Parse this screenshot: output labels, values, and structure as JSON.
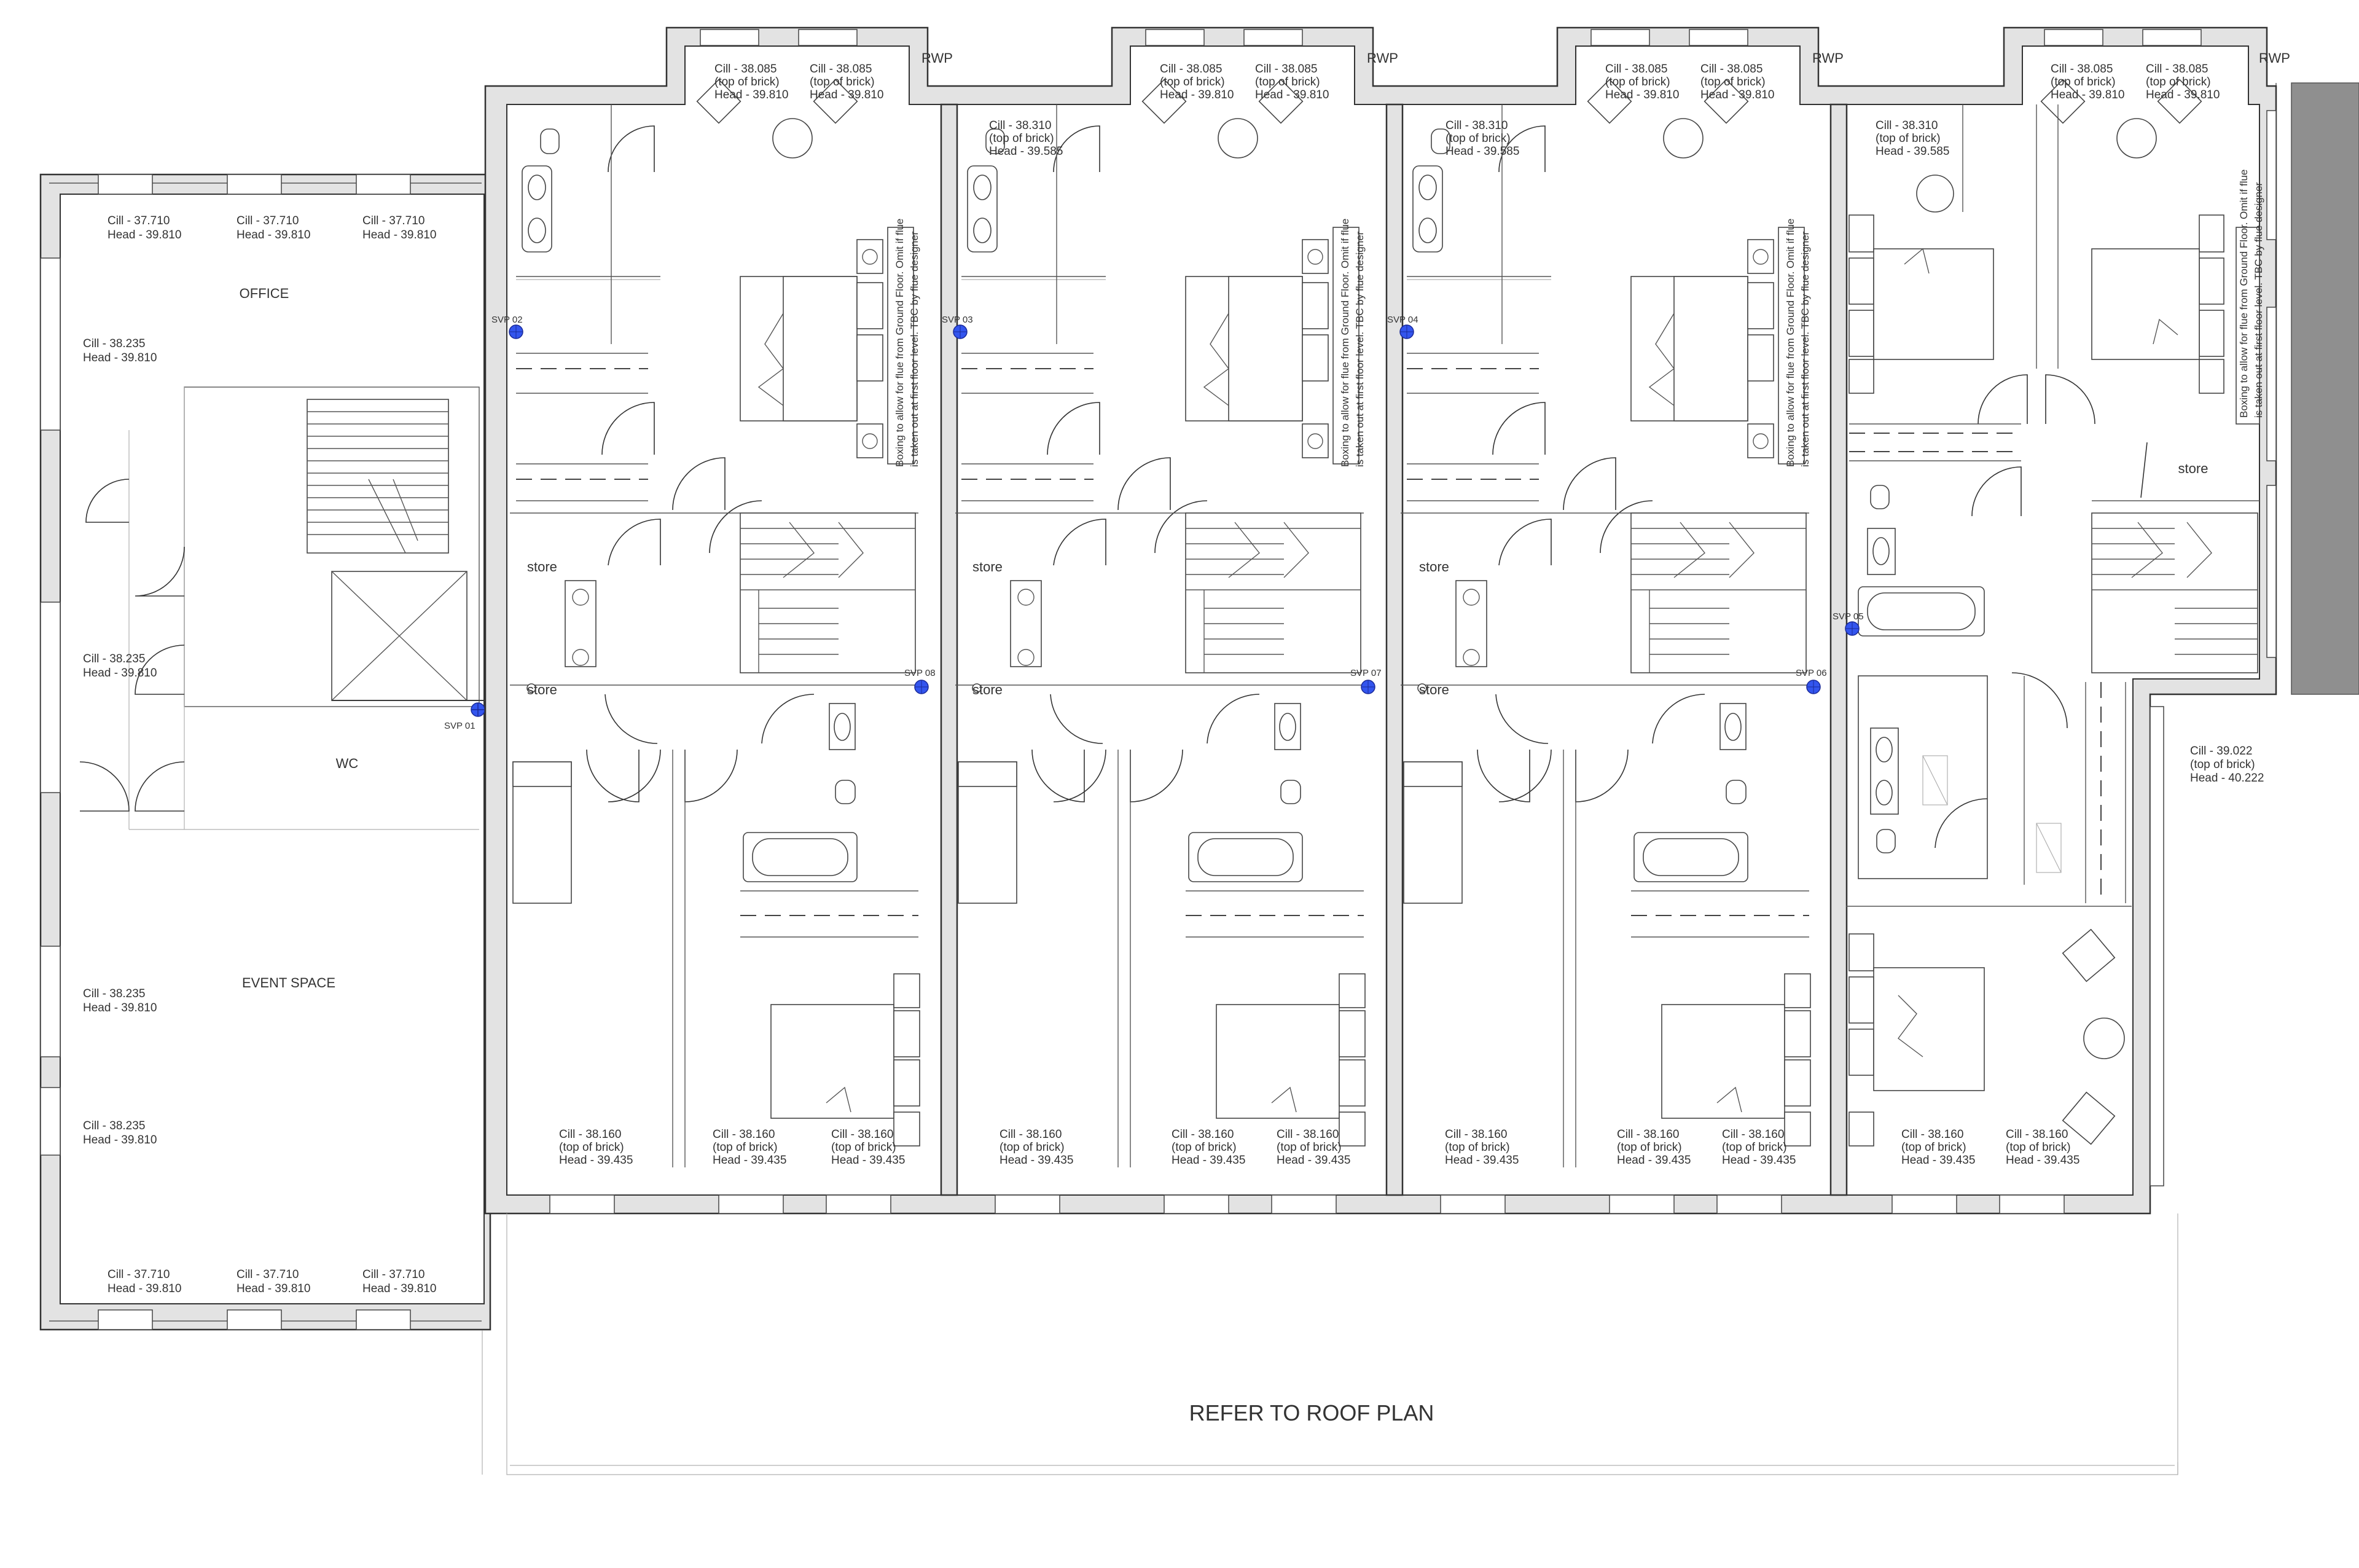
{
  "rooms": {
    "office": "OFFICE",
    "wc": "WC",
    "event_space": "EVENT SPACE",
    "store": "store"
  },
  "refer_note": "REFER TO ROOF PLAN",
  "rwp": "RWP",
  "svp": [
    "SVP 01",
    "SVP 02",
    "SVP 03",
    "SVP 04",
    "SVP 05",
    "SVP 06",
    "SVP 07",
    "SVP 08"
  ],
  "flue_note": [
    "Boxing to allow for flue from Ground Floor. Omit if flue",
    "is taken out at first floor level. TBC by flue designer"
  ],
  "labels": {
    "cill_37710": "Cill - 37.710",
    "cill_38235": "Cill - 38.235",
    "cill_38085": "Cill - 38.085",
    "cill_38310": "Cill - 38.310",
    "cill_38160": "Cill - 38.160",
    "cill_39022": "Cill - 39.022",
    "top_of_brick": "(top of brick)",
    "head_39810": "Head -  39.810",
    "head_39585": "Head -  39.585",
    "head_39435": "Head -  39.435",
    "head_40222": "Head -  40.222"
  },
  "colors": {
    "line": "#333333",
    "wall_hatch": "#e3e3e3",
    "svp_marker": "#3355ee",
    "adjacent_building": "#8f8f8f"
  }
}
